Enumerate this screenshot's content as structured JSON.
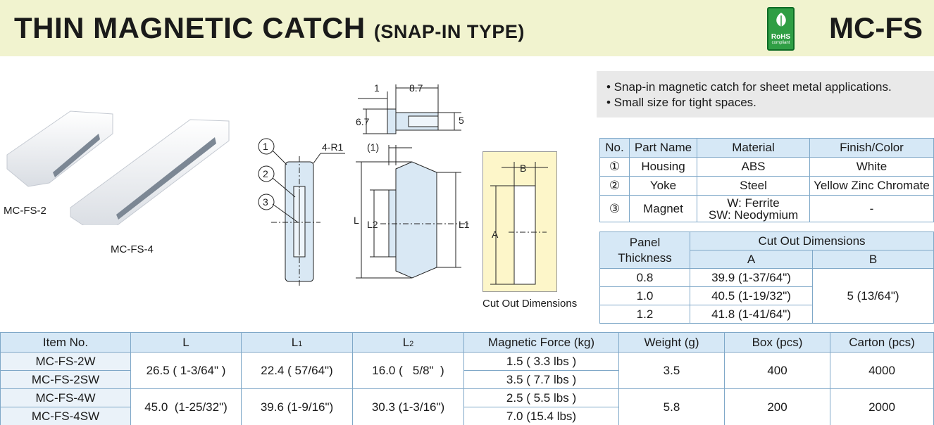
{
  "header": {
    "title": "THIN MAGNETIC CATCH",
    "title_suffix": "(SNAP-IN TYPE)",
    "model_code": "MC-FS",
    "rohs_label": "RoHS",
    "rohs_sub": "compliant"
  },
  "photo": {
    "label_small": "MC-FS-2",
    "label_large": "MC-FS-4"
  },
  "drawing": {
    "callouts": [
      "1",
      "2",
      "3"
    ],
    "radius_label": "4-R1",
    "dim_1": "1",
    "dim_87": "8.7",
    "dim_67": "6.7",
    "dim_5": "5",
    "dim_paren1": "(1)",
    "dim_L": "L",
    "dim_L1": "L1",
    "dim_L2": "L2",
    "dim_A": "A",
    "dim_B": "B",
    "cutout_caption": "Cut Out Dimensions"
  },
  "features": [
    "• Snap-in magnetic catch for sheet metal applications.",
    "• Small size for tight spaces."
  ],
  "parts_table": {
    "headers": [
      "No.",
      "Part Name",
      "Material",
      "Finish/Color"
    ],
    "rows": [
      {
        "no": "①",
        "name": "Housing",
        "material": "ABS",
        "finish": "White"
      },
      {
        "no": "②",
        "name": "Yoke",
        "material": "Steel",
        "finish": "Yellow Zinc Chromate"
      },
      {
        "no": "③",
        "name": "Magnet",
        "material_1": "W: Ferrite",
        "material_2": "SW: Neodymium",
        "finish": "-"
      }
    ]
  },
  "cutout_table": {
    "header_panel_1": "Panel",
    "header_panel_2": "Thickness",
    "header_dims": "Cut Out Dimensions",
    "header_a": "A",
    "header_b": "B",
    "rows": [
      {
        "thickness": "0.8",
        "a": "39.9 (1-37/64\")"
      },
      {
        "thickness": "1.0",
        "a": "40.5 (1-19/32\")"
      },
      {
        "thickness": "1.2",
        "a": "41.8 (1-41/64\")"
      }
    ],
    "b_value": "5 (13/64\")"
  },
  "spec_table": {
    "headers": {
      "item": "Item No.",
      "l": "L",
      "l1": "L",
      "l1_sub": "1",
      "l2": "L",
      "l2_sub": "2",
      "force": "Magnetic Force (kg)",
      "weight": "Weight (g)",
      "box": "Box (pcs)",
      "carton": "Carton (pcs)"
    },
    "groups": [
      {
        "items": [
          "MC-FS-2W",
          "MC-FS-2SW"
        ],
        "l": "26.5 ( 1-3/64\" )",
        "l1": "22.4 ( 57/64\")",
        "l2": "16.0 (   5/8\"  )",
        "forces": [
          "1.5 ( 3.3 lbs )",
          "3.5 ( 7.7 lbs )"
        ],
        "weight": "3.5",
        "box": "400",
        "carton": "4000"
      },
      {
        "items": [
          "MC-FS-4W",
          "MC-FS-4SW"
        ],
        "l": "45.0  (1-25/32\")",
        "l1": "39.6 (1-9/16\")",
        "l2": "30.3 (1-3/16\")",
        "forces": [
          "2.5 ( 5.5 lbs )",
          "7.0 (15.4 lbs)"
        ],
        "weight": "5.8",
        "box": "200",
        "carton": "2000"
      }
    ]
  },
  "colors": {
    "title_band": "#f1f3cf",
    "table_header": "#d6e8f6",
    "table_border": "#7fa8c8",
    "cutout_fill": "#fdf6c9",
    "rohs_green": "#2f9e44"
  }
}
